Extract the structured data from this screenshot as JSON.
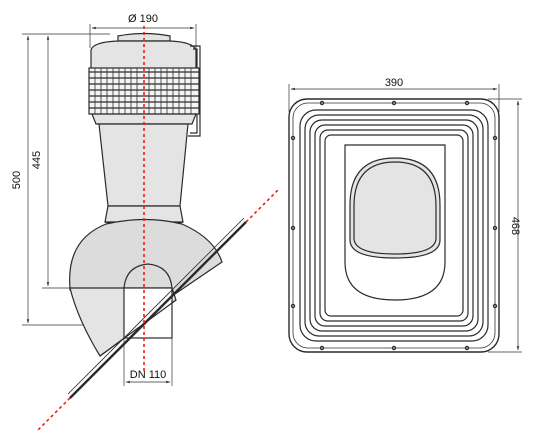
{
  "labels": {
    "vent_diameter": "Ø 190",
    "total_height": "500",
    "body_height": "445",
    "pipe_dn": "DN 110",
    "base_width": "390",
    "base_height": "468"
  },
  "colors": {
    "line": "#2b2b2b",
    "axis": "#e0241f",
    "shade": "#e4e4e4"
  }
}
